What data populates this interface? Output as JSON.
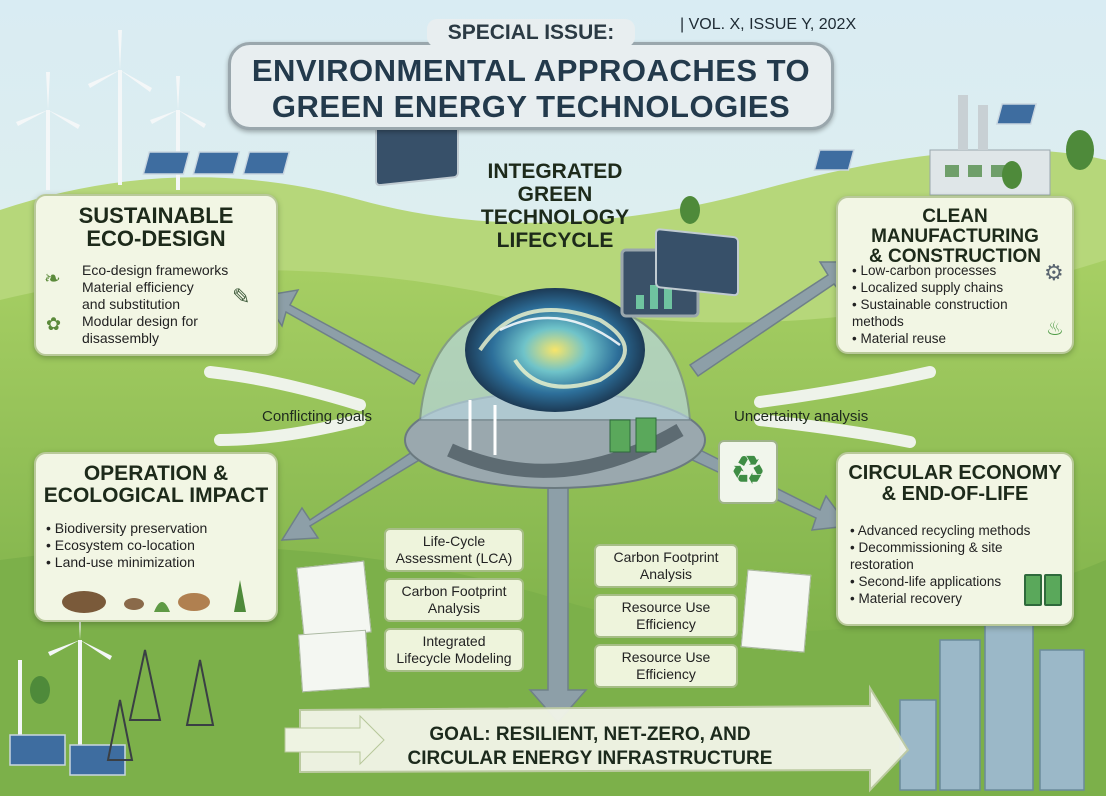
{
  "header": {
    "label": "SPECIAL ISSUE:",
    "issue": "| VOL. X, ISSUE Y, 202X",
    "title_line1": "ENVIRONMENTAL APPROACHES TO",
    "title_line2": "GREEN ENERGY TECHNOLOGIES"
  },
  "center": {
    "title": "INTEGRATED\nGREEN\nTECHNOLOGY\nLIFECYCLE"
  },
  "panels": {
    "eco_design": {
      "title": "SUSTAINABLE\nECO-DESIGN",
      "items": [
        "Eco-design frameworks",
        "Material efficiency\nand substitution",
        "Modular design for\ndisassembly"
      ]
    },
    "manufacturing": {
      "title": "CLEAN MANUFACTURING\n& CONSTRUCTION",
      "items": [
        "Low-carbon processes",
        "Localized supply chains",
        "Sustainable construction\nmethods",
        "Material reuse"
      ]
    },
    "operation": {
      "title": "OPERATION &\nECOLOGICAL IMPACT",
      "items": [
        "Biodiversity preservation",
        "Ecosystem co-location",
        "Land-use minimization"
      ]
    },
    "circular": {
      "title": "CIRCULAR ECONOMY\n& END-OF-LIFE",
      "items": [
        "Advanced recycling methods",
        "Decommissioning & site\nrestoration",
        "Second-life applications",
        "Material recovery"
      ]
    }
  },
  "annotations": {
    "left": "Conflicting goals",
    "right": "Uncertainty analysis"
  },
  "tools_left": [
    "Life-Cycle\nAssessment (LCA)",
    "Carbon Footprint\nAnalysis",
    "Integrated\nLifecycle Modeling"
  ],
  "tools_right": [
    "Carbon Footprint\nAnalysis",
    "Resource Use\nEfficiency",
    "Resource Use\nEfficiency"
  ],
  "goal": {
    "line1": "GOAL: RESILIENT, NET-ZERO, AND",
    "line2": "CIRCULAR ENERGY INFRASTRUCTURE"
  },
  "colors": {
    "sky": "#dfeef2",
    "hills": "#8fbf4e",
    "panel_bg": "#f2f6e4",
    "arrow": "#8d9fa8",
    "text_dark": "#1d2a1a"
  }
}
